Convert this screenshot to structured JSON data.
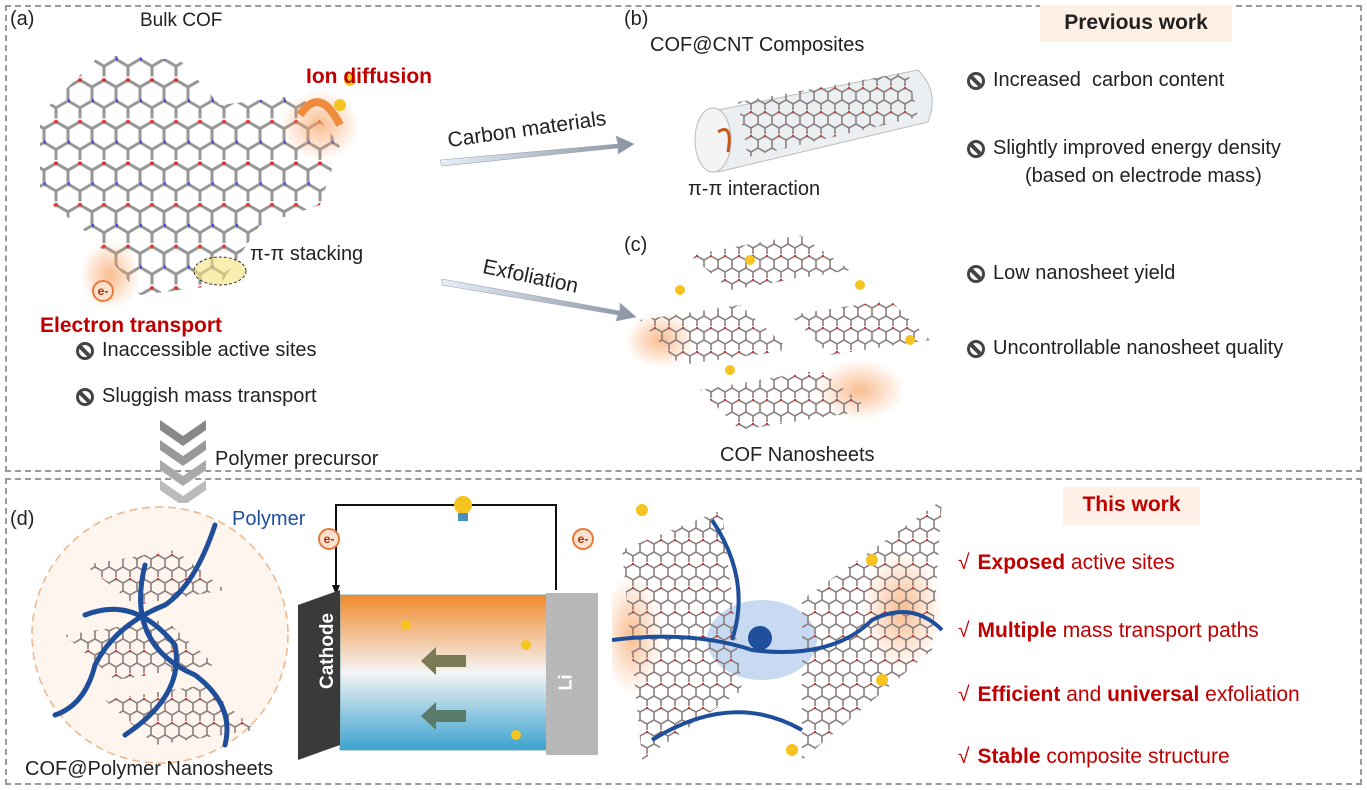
{
  "panel_a": {
    "label": "(a)",
    "title": "Bulk COF",
    "ion": "Ion diffusion",
    "stacking": "π-π stacking",
    "electron_symbol": "e-",
    "electron": "Electron transport",
    "issues": [
      "Inaccessible active sites",
      "Sluggish mass transport"
    ],
    "precursor": "Polymer precursor"
  },
  "arrows": {
    "carbon": "Carbon materials",
    "exfoliation": "Exfoliation"
  },
  "panel_b": {
    "label": "(b)",
    "title": "COF@CNT Composites",
    "interaction": "π-π interaction"
  },
  "panel_c": {
    "label": "(c)",
    "title": "COF Nanosheets"
  },
  "previous": {
    "header": "Previous work",
    "items": [
      "Increased  carbon content",
      "Slightly improved energy density",
      "(based on electrode mass)",
      "Low nanosheet yield",
      "Uncontrollable nanosheet quality"
    ]
  },
  "panel_d": {
    "label": "(d)",
    "polymer": "Polymer",
    "caption": "COF@Polymer Nanosheets",
    "cathode": "Cathode",
    "anode": "Li",
    "electron_symbol": "e-"
  },
  "this_work": {
    "header": "This work",
    "items": [
      {
        "check": "√",
        "bold": "Exposed",
        "rest": " active sites"
      },
      {
        "check": "√",
        "bold": "Multiple",
        "rest": " mass transport paths"
      },
      {
        "check": "√",
        "bold": "Efficient",
        "mid": " and ",
        "bold2": "universal",
        "rest": " exfoliation"
      },
      {
        "check": "√",
        "bold": "Stable",
        "rest": " composite structure"
      }
    ]
  },
  "colors": {
    "accent_red": "#c00000",
    "polymer_blue": "#1f4e9a",
    "box_border": "#9a9a9a",
    "header_bg": "#fdf1e7"
  }
}
